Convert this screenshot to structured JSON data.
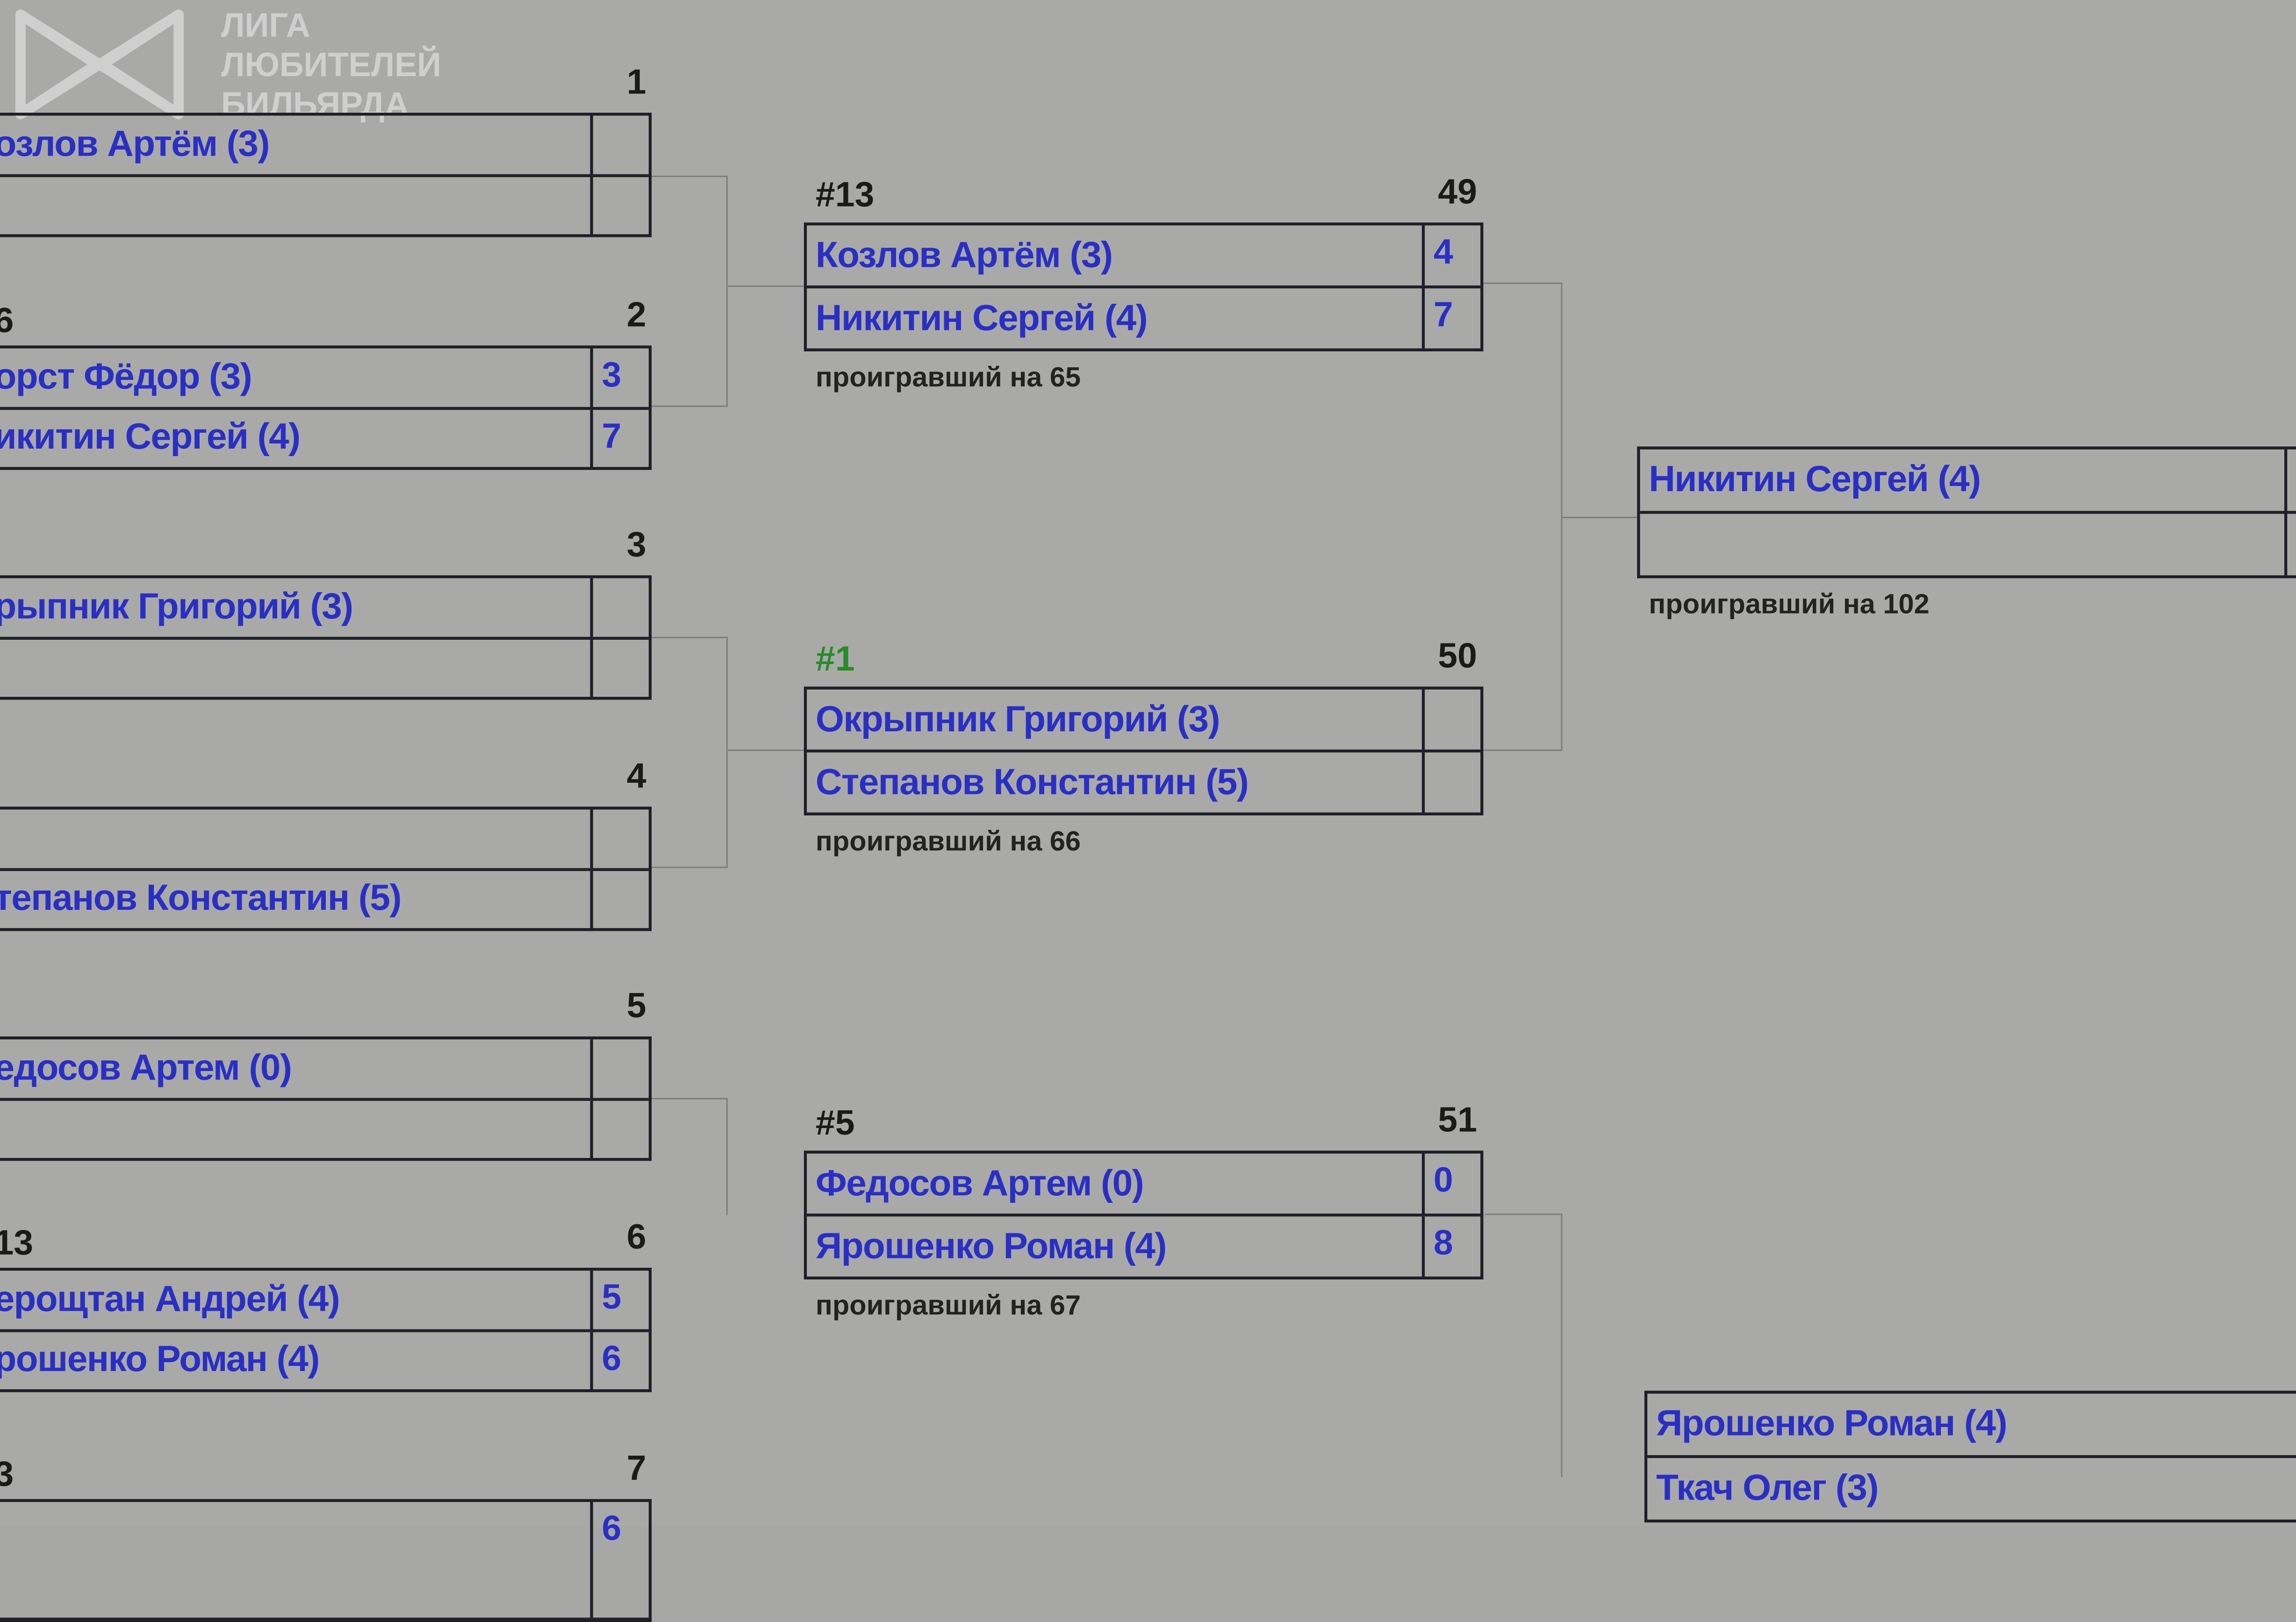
{
  "logo": {
    "lines": [
      "ЛИГА",
      "ЛЮБИТЕЛЕЙ",
      "БИЛЬЯРДА"
    ]
  },
  "round1": [
    {
      "number": "1",
      "seed": "",
      "players": [
        {
          "name": "озлов Артём (3)",
          "score": ""
        },
        {
          "name": "",
          "score": ""
        }
      ]
    },
    {
      "number": "2",
      "seed": "6",
      "players": [
        {
          "name": "орст Фёдор (3)",
          "score": "3"
        },
        {
          "name": "икитин Сергей (4)",
          "score": "7"
        }
      ]
    },
    {
      "number": "3",
      "seed": "",
      "players": [
        {
          "name": "рыпник Григорий (3)",
          "score": ""
        },
        {
          "name": "",
          "score": ""
        }
      ]
    },
    {
      "number": "4",
      "seed": "",
      "players": [
        {
          "name": "",
          "score": ""
        },
        {
          "name": "тепанов Константин (5)",
          "score": ""
        }
      ]
    },
    {
      "number": "5",
      "seed": "",
      "players": [
        {
          "name": "едосов Артем (0)",
          "score": ""
        },
        {
          "name": "",
          "score": ""
        }
      ]
    },
    {
      "number": "6",
      "seed": "13",
      "players": [
        {
          "name": "ерощтан Андрей (4)",
          "score": "5"
        },
        {
          "name": "рошенко Роман (4)",
          "score": "6"
        }
      ]
    },
    {
      "number": "7",
      "seed": "3",
      "players": [
        {
          "name": "",
          "score": "6"
        }
      ]
    }
  ],
  "round2": [
    {
      "number": "49",
      "seed": "#13",
      "players": [
        {
          "name": "Козлов Артём (3)",
          "score": "4"
        },
        {
          "name": "Никитин Сергей (4)",
          "score": "7"
        }
      ],
      "loser": "проигравший на 65"
    },
    {
      "number": "50",
      "seed": "#1",
      "players": [
        {
          "name": "Окрыпник Григорий (3)",
          "score": ""
        },
        {
          "name": "Степанов Константин (5)",
          "score": ""
        }
      ],
      "loser": "проигравший на 66"
    },
    {
      "number": "51",
      "seed": "#5",
      "players": [
        {
          "name": "Федосов Артем (0)",
          "score": "0"
        },
        {
          "name": "Ярошенко Роман (4)",
          "score": "8"
        }
      ],
      "loser": "проигравший на 67"
    }
  ],
  "round3": [
    {
      "players": [
        {
          "name": "Никитин Сергей (4)"
        },
        {
          "name": ""
        }
      ],
      "loser": "проигравший на 102"
    },
    {
      "players": [
        {
          "name": "Ярошенко Роман (4)"
        },
        {
          "name": "Ткач Олег (3)"
        }
      ],
      "loser": ""
    }
  ]
}
